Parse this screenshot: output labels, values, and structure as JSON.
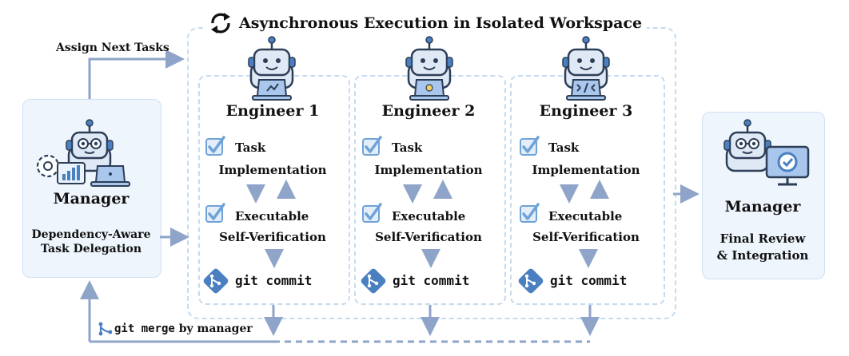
{
  "title": "Asynchronous Execution in Isolated Workspace",
  "assign_label": "Assign Next Tasks",
  "manager_left": {
    "name": "Manager",
    "desc_line1": "Dependency-Aware",
    "desc_line2": "Task Delegation"
  },
  "manager_right": {
    "name": "Manager",
    "desc_line1": "Final Review",
    "desc_line2": "& Integration"
  },
  "engineers": [
    {
      "name": "Engineer 1",
      "task_line1": "Task",
      "task_line2": "Implementation",
      "verify_line1": "Executable",
      "verify_line2": "Self-Verification",
      "commit": "git commit",
      "laptop_icon": "chart-icon"
    },
    {
      "name": "Engineer 2",
      "task_line1": "Task",
      "task_line2": "Implementation",
      "verify_line1": "Executable",
      "verify_line2": "Self-Verification",
      "commit": "git commit",
      "laptop_icon": "bulb-icon"
    },
    {
      "name": "Engineer 3",
      "task_line1": "Task",
      "task_line2": "Implementation",
      "verify_line1": "Executable",
      "verify_line2": "Self-Verification",
      "commit": "git commit",
      "laptop_icon": "code-icon"
    }
  ],
  "merge": {
    "cmd": "git merge",
    "suffix": "by manager"
  },
  "colors": {
    "arrow": "#8ea4c8",
    "panel_bg": "#eef5fc",
    "dash": "#c6dbf0",
    "check": "#6fa3d8",
    "robot_face": "#2d3e57",
    "git": "#4a7fc0"
  }
}
